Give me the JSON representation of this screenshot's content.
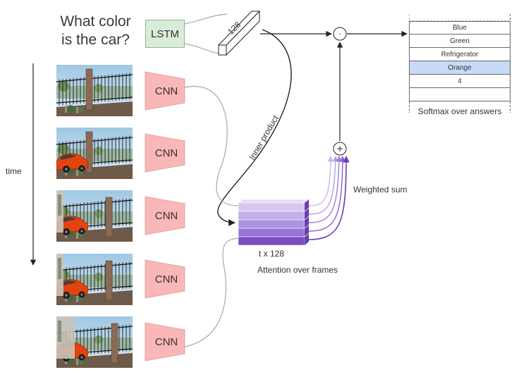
{
  "question": {
    "line1": "What color",
    "line2": "is the car?"
  },
  "lstm_label": "LSTM",
  "embedding_dim": "128",
  "cnn_label": "CNN",
  "frames": [
    {
      "has_car": false
    },
    {
      "has_car": true
    },
    {
      "has_car": true
    },
    {
      "has_car": true
    },
    {
      "has_car": true
    }
  ],
  "time_label": "time",
  "inner_product_label": "Inner product",
  "weighted_sum_label": "Weighted sum",
  "attention_dims": "t x 128",
  "attention_caption": "Attention over frames",
  "dot_symbol": "⊙",
  "plus_symbol": "+",
  "answers": [
    "Blue",
    "Green",
    "Refrigerator",
    "Orange",
    "4",
    ""
  ],
  "highlighted_answer": "Orange",
  "softmax_caption": "Softmax over answers",
  "colors": {
    "lstm_fill": "#d9ecd9",
    "cnn_fill": "#f9b7b7",
    "highlight": "#c7daf7",
    "purple_shades": [
      "#d6c6f0",
      "#c3aeea",
      "#ad93e2",
      "#9774d7",
      "#7b4cc6"
    ]
  }
}
